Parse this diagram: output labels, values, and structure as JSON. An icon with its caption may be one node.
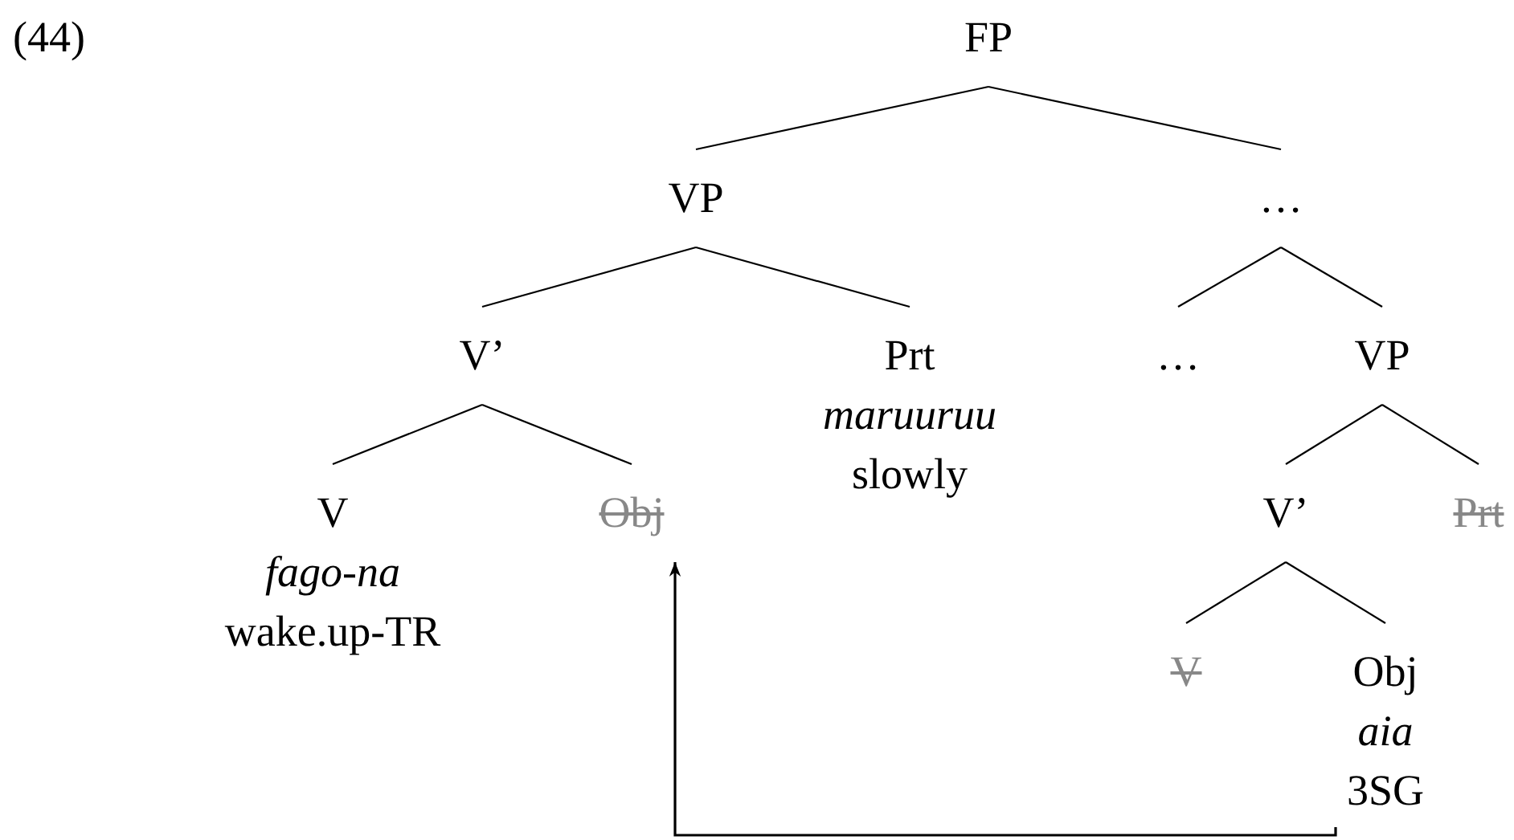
{
  "diagram": {
    "nodes": [
      {
        "text": [
          "FP"
        ]
      },
      {
        "text": [
          "VP"
        ]
      },
      {
        "text": [
          "…"
        ]
      },
      {
        "text": [
          "V’"
        ]
      },
      {
        "text": [
          "Prt",
          "maruuruu",
          "slowly"
        ]
      },
      {
        "text": [
          "…"
        ]
      },
      {
        "text": [
          "VP"
        ]
      },
      {
        "text": [
          "V",
          "fago-na",
          "wake.up-TR"
        ]
      },
      {
        "text": [
          "Obj"
        ]
      },
      {
        "text": [
          "V’"
        ]
      },
      {
        "text": [
          "Prt"
        ]
      },
      {
        "text": [
          "V"
        ]
      },
      {
        "text": [
          "Obj",
          "aia",
          "3SG"
        ]
      }
    ],
    "edges": [
      {
        "from": 0,
        "to": 1,
        "arrow": "none"
      },
      {
        "from": 0,
        "to": 2,
        "arrow": "none"
      },
      {
        "from": 1,
        "to": 3,
        "arrow": "none"
      },
      {
        "from": 1,
        "to": 4,
        "arrow": "none"
      },
      {
        "from": 2,
        "to": 5,
        "arrow": "none"
      },
      {
        "from": 2,
        "to": 6,
        "arrow": "none"
      },
      {
        "from": 3,
        "to": 7,
        "arrow": "none"
      },
      {
        "from": 3,
        "to": 8,
        "arrow": "none"
      },
      {
        "from": 6,
        "to": 9,
        "arrow": "none"
      },
      {
        "from": 6,
        "to": 10,
        "arrow": "none"
      },
      {
        "from": 9,
        "to": 11,
        "arrow": "none"
      },
      {
        "from": 9,
        "to": 12,
        "arrow": "none"
      },
      {
        "from": 12,
        "to": 8,
        "arrow": "to"
      }
    ],
    "labels": [
      "(44)"
    ]
  }
}
